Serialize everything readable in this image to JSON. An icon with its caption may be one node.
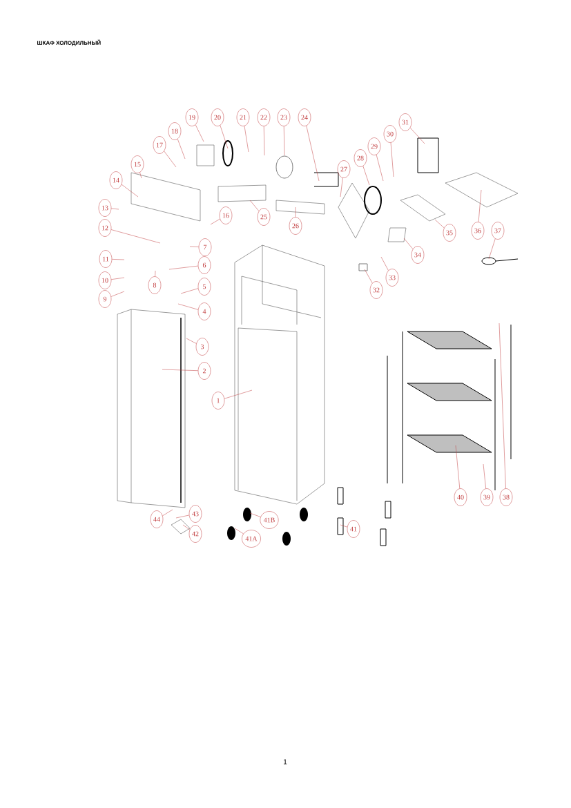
{
  "diagram": {
    "title": "ШКАФ ХОЛОДИЛЬНЫЙ",
    "nodes": [
      {
        "text": [
          "1"
        ]
      },
      {
        "text": [
          "2"
        ]
      },
      {
        "text": [
          "3"
        ]
      },
      {
        "text": [
          "4"
        ]
      },
      {
        "text": [
          "5"
        ]
      },
      {
        "text": [
          "6"
        ]
      },
      {
        "text": [
          "7"
        ]
      },
      {
        "text": [
          "8"
        ]
      },
      {
        "text": [
          "9"
        ]
      },
      {
        "text": [
          "10"
        ]
      },
      {
        "text": [
          "11"
        ]
      },
      {
        "text": [
          "12"
        ]
      },
      {
        "text": [
          "13"
        ]
      },
      {
        "text": [
          "14"
        ]
      },
      {
        "text": [
          "15"
        ]
      },
      {
        "text": [
          "16"
        ]
      },
      {
        "text": [
          "17"
        ]
      },
      {
        "text": [
          "18"
        ]
      },
      {
        "text": [
          "19"
        ]
      },
      {
        "text": [
          "20"
        ]
      },
      {
        "text": [
          "21"
        ]
      },
      {
        "text": [
          "22"
        ]
      },
      {
        "text": [
          "23"
        ]
      },
      {
        "text": [
          "24"
        ]
      },
      {
        "text": [
          "25"
        ]
      },
      {
        "text": [
          "26"
        ]
      },
      {
        "text": [
          "27"
        ]
      },
      {
        "text": [
          "28"
        ]
      },
      {
        "text": [
          "29"
        ]
      },
      {
        "text": [
          "30"
        ]
      },
      {
        "text": [
          "31"
        ]
      },
      {
        "text": [
          "32"
        ]
      },
      {
        "text": [
          "33"
        ]
      },
      {
        "text": [
          "34"
        ]
      },
      {
        "text": [
          "35"
        ]
      },
      {
        "text": [
          "36"
        ]
      },
      {
        "text": [
          "37"
        ]
      },
      {
        "text": [
          "38"
        ]
      },
      {
        "text": [
          "39"
        ]
      },
      {
        "text": [
          "40"
        ]
      },
      {
        "text": [
          "41"
        ]
      },
      {
        "text": [
          "41A"
        ]
      },
      {
        "text": [
          "41B"
        ]
      },
      {
        "text": [
          "42"
        ]
      },
      {
        "text": [
          "43"
        ]
      },
      {
        "text": [
          "44"
        ]
      }
    ],
    "edges": [
      {
        "from": 0,
        "to": null,
        "arrow": "none"
      },
      {
        "from": 1,
        "to": null,
        "arrow": "none"
      },
      {
        "from": 2,
        "to": null,
        "arrow": "none"
      },
      {
        "from": 3,
        "to": null,
        "arrow": "none"
      },
      {
        "from": 4,
        "to": null,
        "arrow": "none"
      },
      {
        "from": 5,
        "to": null,
        "arrow": "none"
      },
      {
        "from": 6,
        "to": null,
        "arrow": "none"
      },
      {
        "from": 7,
        "to": null,
        "arrow": "none"
      },
      {
        "from": 8,
        "to": null,
        "arrow": "none"
      },
      {
        "from": 9,
        "to": null,
        "arrow": "none"
      },
      {
        "from": 10,
        "to": null,
        "arrow": "none"
      },
      {
        "from": 11,
        "to": null,
        "arrow": "none"
      },
      {
        "from": 12,
        "to": null,
        "arrow": "none"
      },
      {
        "from": 13,
        "to": null,
        "arrow": "none"
      },
      {
        "from": 14,
        "to": null,
        "arrow": "none"
      },
      {
        "from": 15,
        "to": null,
        "arrow": "none"
      },
      {
        "from": 16,
        "to": null,
        "arrow": "none"
      },
      {
        "from": 17,
        "to": null,
        "arrow": "none"
      },
      {
        "from": 18,
        "to": null,
        "arrow": "none"
      },
      {
        "from": 19,
        "to": null,
        "arrow": "none"
      },
      {
        "from": 20,
        "to": null,
        "arrow": "none"
      },
      {
        "from": 21,
        "to": null,
        "arrow": "none"
      },
      {
        "from": 22,
        "to": null,
        "arrow": "none"
      },
      {
        "from": 23,
        "to": null,
        "arrow": "none"
      },
      {
        "from": 24,
        "to": null,
        "arrow": "none"
      },
      {
        "from": 25,
        "to": null,
        "arrow": "none"
      },
      {
        "from": 26,
        "to": null,
        "arrow": "none"
      },
      {
        "from": 27,
        "to": null,
        "arrow": "none"
      },
      {
        "from": 28,
        "to": null,
        "arrow": "none"
      },
      {
        "from": 29,
        "to": null,
        "arrow": "none"
      },
      {
        "from": 30,
        "to": null,
        "arrow": "none"
      },
      {
        "from": 31,
        "to": null,
        "arrow": "none"
      },
      {
        "from": 32,
        "to": null,
        "arrow": "none"
      },
      {
        "from": 33,
        "to": null,
        "arrow": "none"
      },
      {
        "from": 34,
        "to": null,
        "arrow": "none"
      },
      {
        "from": 35,
        "to": null,
        "arrow": "none"
      },
      {
        "from": 36,
        "to": null,
        "arrow": "none"
      },
      {
        "from": 37,
        "to": null,
        "arrow": "none"
      },
      {
        "from": 38,
        "to": null,
        "arrow": "none"
      },
      {
        "from": 39,
        "to": null,
        "arrow": "none"
      },
      {
        "from": 40,
        "to": null,
        "arrow": "none"
      },
      {
        "from": 41,
        "to": null,
        "arrow": "none"
      },
      {
        "from": 42,
        "to": null,
        "arrow": "none"
      },
      {
        "from": 43,
        "to": null,
        "arrow": "none"
      },
      {
        "from": 44,
        "to": null,
        "arrow": "none"
      },
      {
        "from": 45,
        "to": null,
        "arrow": "none"
      }
    ],
    "labels": [
      "1"
    ]
  }
}
